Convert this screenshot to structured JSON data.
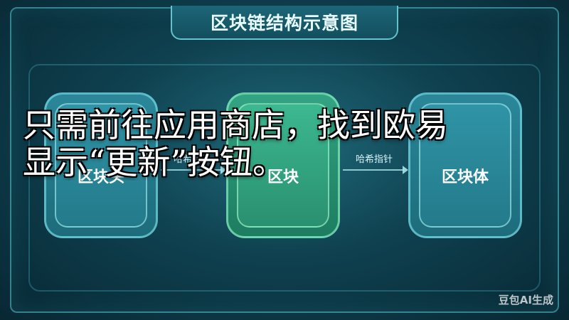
{
  "diagram": {
    "title": "区块链结构示意图",
    "blocks": [
      {
        "label": "区块头"
      },
      {
        "label": "区块"
      },
      {
        "label": "区块体"
      }
    ],
    "connectors": [
      {
        "label": "哈希指针"
      },
      {
        "label": "哈希指针"
      }
    ]
  },
  "overlay_text": {
    "line1": "只需前往应用商店，找到欧易",
    "line2": "显示“更新”按钮。"
  },
  "watermark": "豆包AI生成"
}
